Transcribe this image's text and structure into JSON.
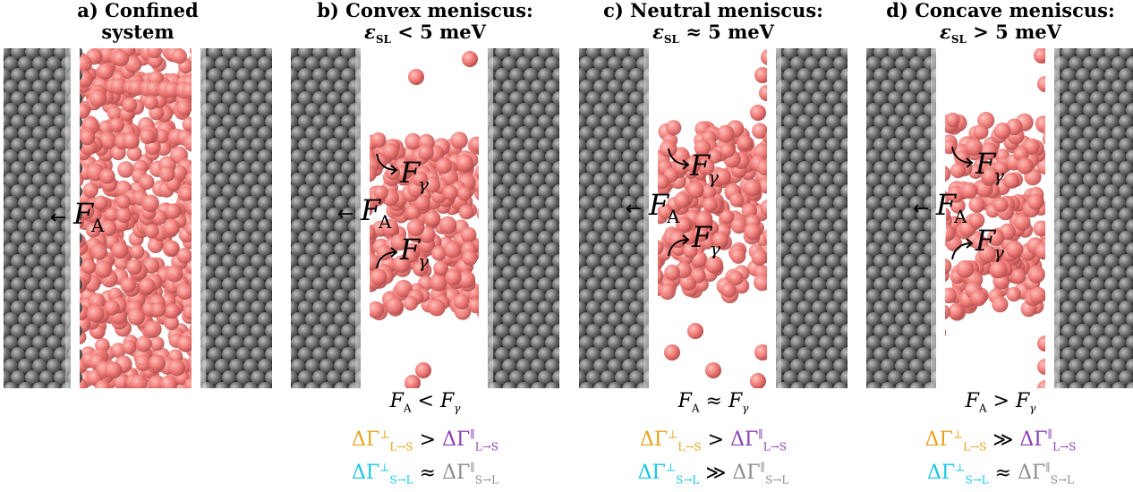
{
  "panels": [
    {
      "id": "a",
      "title_line1": "a) Confined",
      "title_line2": "system",
      "forces": {
        "fa": "←F_A"
      },
      "equations": []
    },
    {
      "id": "b",
      "title_line1": "b) Convex meniscus:",
      "title_line2": "εSL < 5 meV",
      "forces": {
        "fg_top": "F_γ",
        "fa": "←F_A",
        "fg_bottom": "F_γ"
      },
      "equations": [
        "F_A < F_γ",
        "ΔΓ⊥L→S > ΔΓ∥L→S",
        "ΔΓ⊥S→L ≈ ΔΓ∥S→L"
      ]
    },
    {
      "id": "c",
      "title_line1": "c) Neutral meniscus:",
      "title_line2": "εSL ≈ 5 meV",
      "forces": {
        "fg_top": "F_γ",
        "fa": "←F_A",
        "fg_bottom": "F_γ"
      },
      "equations": [
        "F_A ≈ F_γ",
        "ΔΓ⊥L→S > ΔΓ∥L→S",
        "ΔΓ⊥S→L ≫ ΔΓ∥S→L"
      ]
    },
    {
      "id": "d",
      "title_line1": "d) Concave meniscus:",
      "title_line2": "εSL > 5 meV",
      "forces": {
        "fg_top": "F_γ",
        "fa": "←F_A",
        "fg_bottom": "F_γ"
      },
      "equations": [
        "F_A > F_γ",
        "ΔΓ⊥L→S ≫ ΔΓ∥L→S",
        "ΔΓ⊥S→L ≈ ΔΓ∥S→L"
      ]
    }
  ],
  "colors": {
    "wall": "#6b6b6b",
    "wall_dark": "#3c3c3c",
    "liquid": "#f07a76",
    "liquid_dark": "#b04a4a",
    "orange": "#e8a21c",
    "purple": "#8a3fb5",
    "cyan": "#16c7e6",
    "grey": "#8c8c8c"
  }
}
